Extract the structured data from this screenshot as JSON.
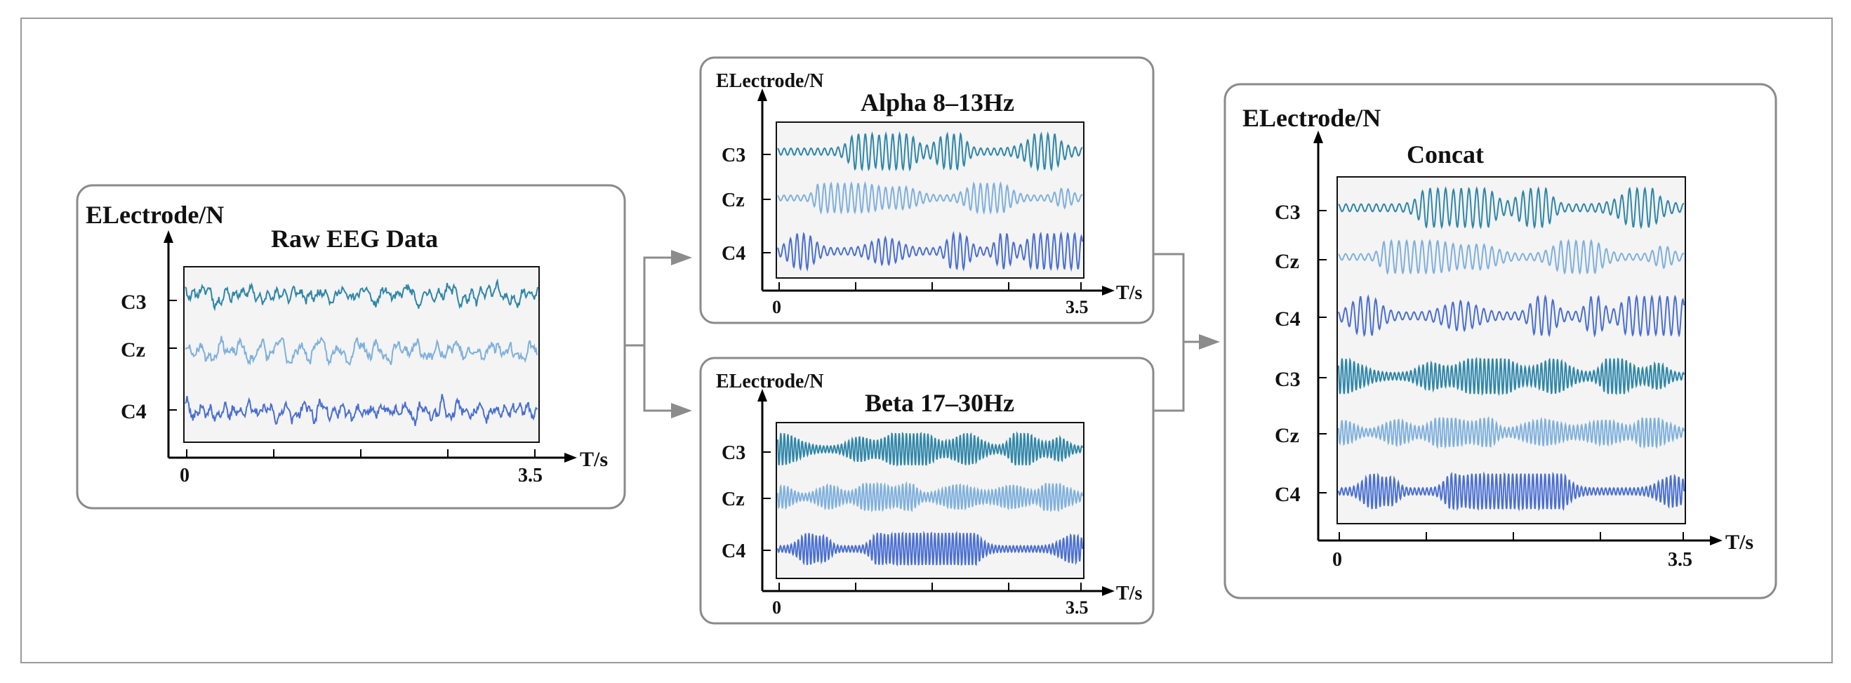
{
  "diagram": {
    "colors": {
      "frame": "#8a8a8a",
      "axis": "#000000",
      "plot_bg": "#f4f4f4",
      "arrow": "#8c8c8c",
      "c3": "#2f86a8",
      "cz": "#7fb0dc",
      "c4": "#4a6fd0"
    },
    "panels": [
      {
        "id": "raw",
        "y_axis_label": "ELectrode/N",
        "title": "Raw EEG Data",
        "x_axis_label": "T/s",
        "x_ticks": [
          "0",
          "3.5"
        ],
        "channels": [
          "C3",
          "Cz",
          "C4"
        ]
      },
      {
        "id": "alpha",
        "y_axis_label": "ELectrode/N",
        "title": "Alpha 8–13Hz",
        "x_axis_label": "T/s",
        "x_ticks": [
          "0",
          "3.5"
        ],
        "channels": [
          "C3",
          "Cz",
          "C4"
        ]
      },
      {
        "id": "beta",
        "y_axis_label": "ELectrode/N",
        "title": "Beta 17–30Hz",
        "x_axis_label": "T/s",
        "x_ticks": [
          "0",
          "3.5"
        ],
        "channels": [
          "C3",
          "Cz",
          "C4"
        ]
      },
      {
        "id": "concat",
        "y_axis_label": "ELectrode/N",
        "title": "Concat",
        "x_axis_label": "T/s",
        "x_ticks": [
          "0",
          "3.5"
        ],
        "channels": [
          "C3",
          "Cz",
          "C4",
          "C3",
          "Cz",
          "C4"
        ]
      }
    ]
  }
}
